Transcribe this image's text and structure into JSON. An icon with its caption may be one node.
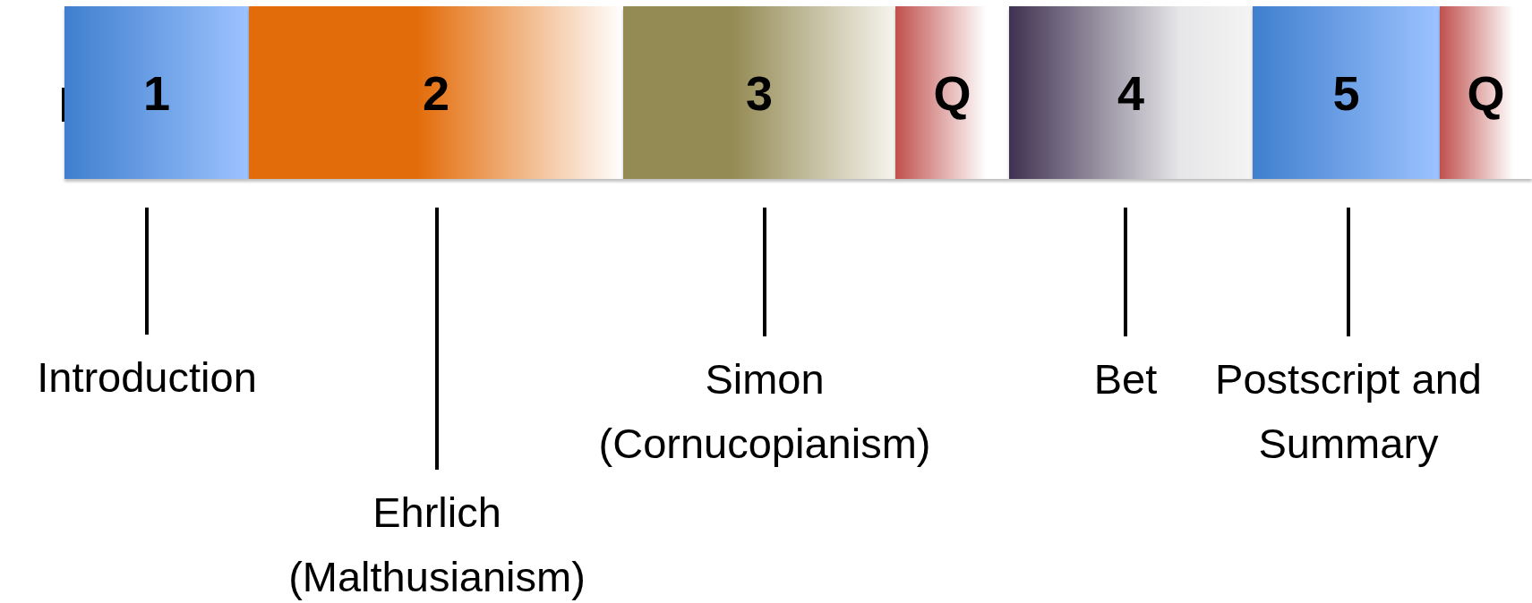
{
  "diagram": {
    "nodes": [
      {
        "text": [
          "1"
        ]
      },
      {
        "text": [
          "2"
        ]
      },
      {
        "text": [
          "3"
        ]
      },
      {
        "text": [
          "Q"
        ]
      },
      {
        "text": [
          "4"
        ]
      },
      {
        "text": [
          "5"
        ]
      },
      {
        "text": [
          "Q"
        ]
      },
      {
        "text": [
          "Introduction"
        ]
      },
      {
        "text": [
          "Ehrlich (Malthusianism)"
        ]
      },
      {
        "text": [
          "Simon (Cornucopianism)"
        ]
      },
      {
        "text": [
          "Bet"
        ]
      },
      {
        "text": [
          "Postscript and Summary"
        ]
      }
    ],
    "edges": [
      {
        "from": 0,
        "to": 7,
        "arrow": "none"
      },
      {
        "from": 1,
        "to": 8,
        "arrow": "none"
      },
      {
        "from": 2,
        "to": 9,
        "arrow": "none"
      },
      {
        "from": 4,
        "to": 10,
        "arrow": "none"
      },
      {
        "from": 5,
        "to": 11,
        "arrow": "none"
      }
    ]
  }
}
